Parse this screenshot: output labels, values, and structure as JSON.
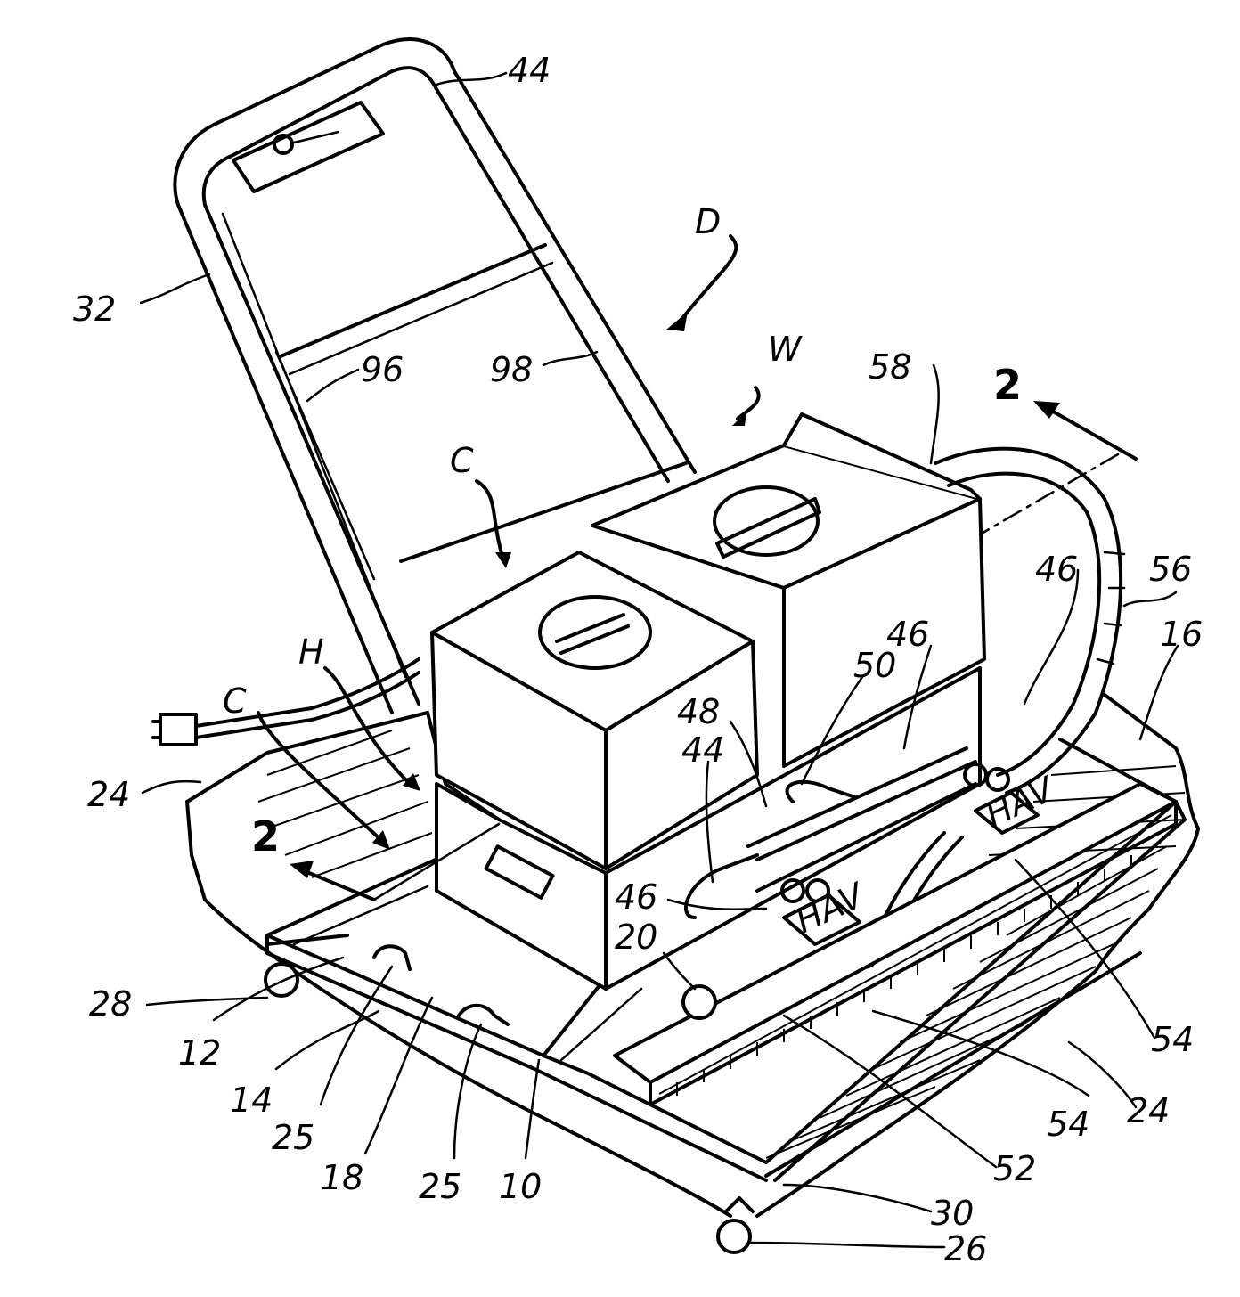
{
  "labels": {
    "l44a": "44",
    "lD": "D",
    "l32": "32",
    "l96": "96",
    "l98": "98",
    "lW": "W",
    "l58": "58",
    "l2a": "2",
    "lC1": "C",
    "l46a": "46",
    "l56": "56",
    "l46b": "46",
    "l16": "16",
    "l50": "50",
    "lH": "H",
    "lC2": "C",
    "l48": "48",
    "l44b": "44",
    "l24a": "24",
    "l2b": "2",
    "l46c": "46",
    "l20": "20",
    "l28": "28",
    "l12": "12",
    "l14": "14",
    "l25a": "25",
    "l18": "18",
    "l25b": "25",
    "l10": "10",
    "l54a": "54",
    "l54b": "54",
    "l24b": "24",
    "l52": "52",
    "l30": "30",
    "l26": "26"
  },
  "plate_markings": {
    "left_plate": "HAV",
    "right_plate": "HAV"
  }
}
